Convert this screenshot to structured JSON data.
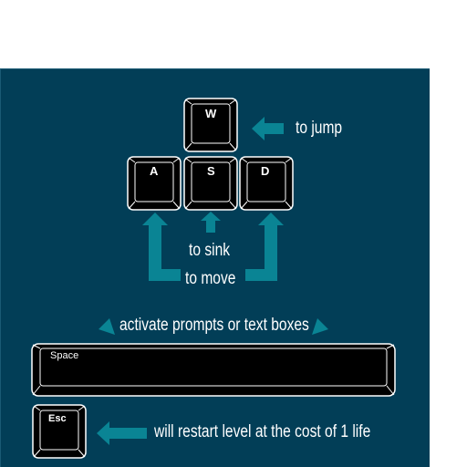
{
  "keys": {
    "w": "W",
    "a": "A",
    "s": "S",
    "d": "D",
    "space": "Space",
    "esc": "Esc"
  },
  "captions": {
    "jump": "to jump",
    "sink": "to sink",
    "move": "to move",
    "activate": "activate prompts or text boxes",
    "restart": "will restart level at the cost of 1 life"
  },
  "colors": {
    "panel": "#023e57",
    "accent": "#0a8494",
    "key": "#000000",
    "key_outline": "#ffffff"
  }
}
